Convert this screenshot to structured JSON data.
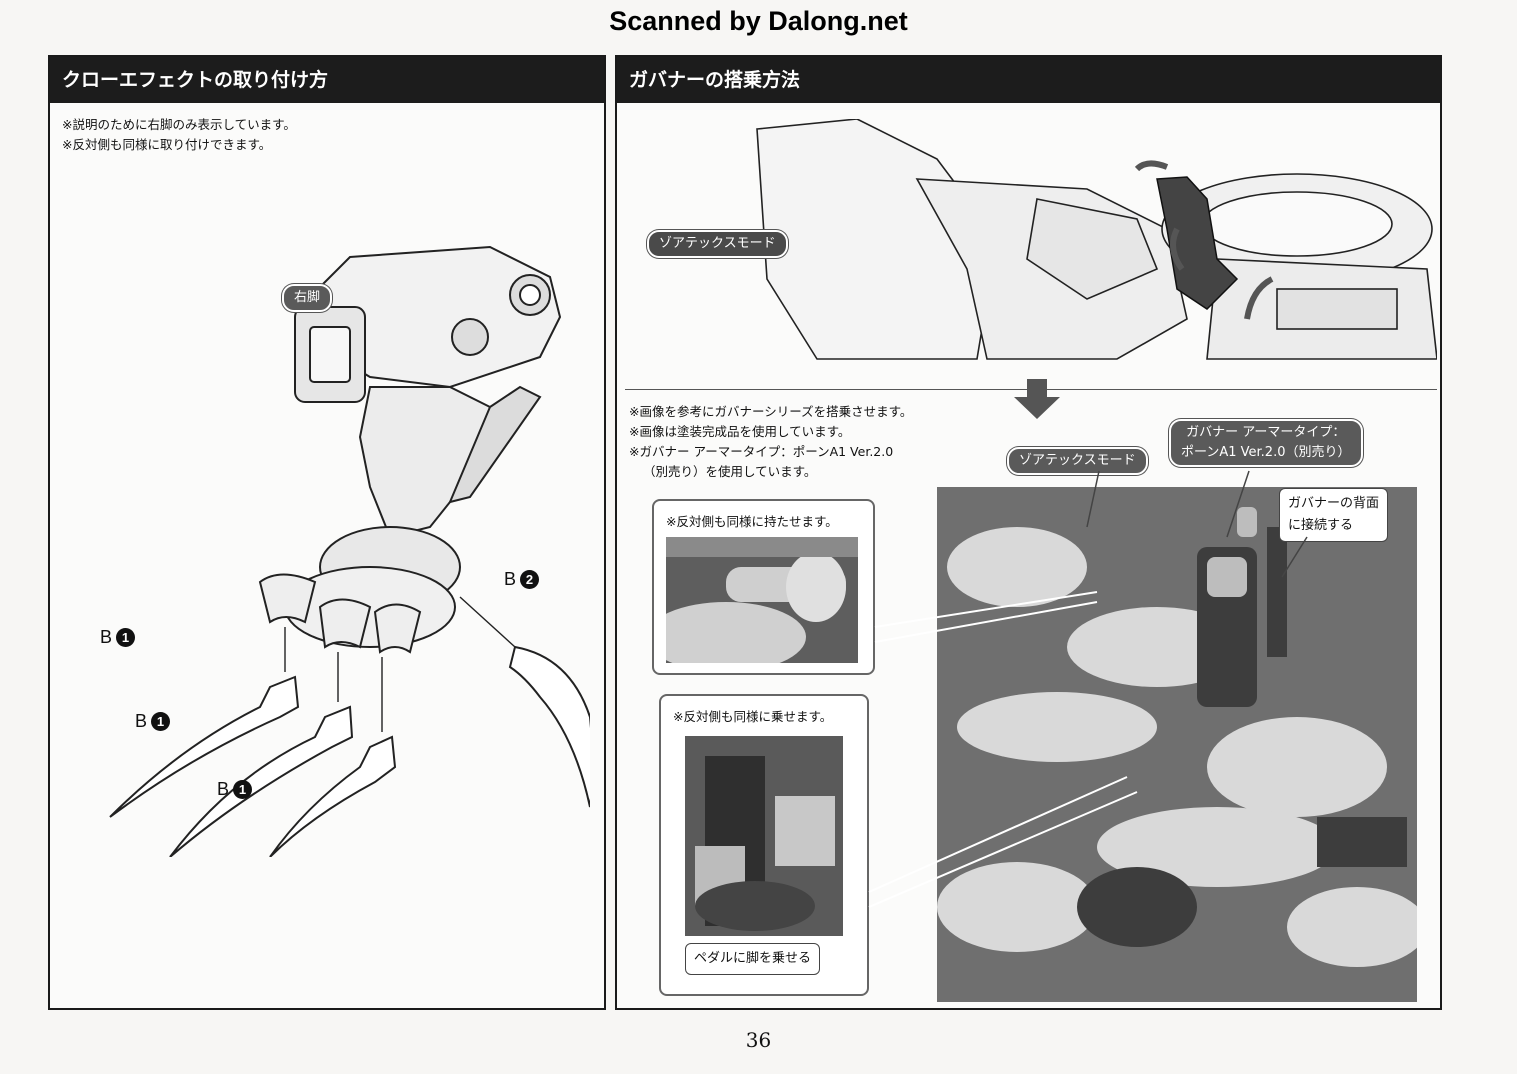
{
  "watermark": "Scanned by Dalong.net",
  "left_panel": {
    "title": "クローエフェクトの取り付け方",
    "notes": [
      "※説明のために右脚のみ表示しています。",
      "※反対側も同様に取り付けできます。"
    ],
    "leg_tag": "右脚",
    "parts": [
      {
        "letter": "B",
        "num": "1"
      },
      {
        "letter": "B",
        "num": "1"
      },
      {
        "letter": "B",
        "num": "1"
      },
      {
        "letter": "B",
        "num": "2"
      }
    ]
  },
  "right_panel": {
    "title": "ガバナーの搭乗方法",
    "mode_tag_top": "ゾアテックスモード",
    "notes": [
      "※画像を参考にガバナーシリーズを搭乗させます。",
      "※画像は塗装完成品を使用しています。",
      "※ガバナー アーマータイプ：ポーンA1 Ver.2.0",
      "（別売り）を使用しています。"
    ],
    "mode_tag_photo": "ゾアテックスモード",
    "armor_tag_line1": "ガバナー アーマータイプ：",
    "armor_tag_line2": "ポーンA1 Ver.2.0（別売り）",
    "back_callout_line1": "ガバナーの背面",
    "back_callout_line2": "に接続する",
    "inset1_label": "※反対側も同様に持たせます。",
    "inset2_label": "※反対側も同様に乗せます。",
    "pedal_callout": "ペダルに脚を乗せる"
  },
  "page_number": "36"
}
